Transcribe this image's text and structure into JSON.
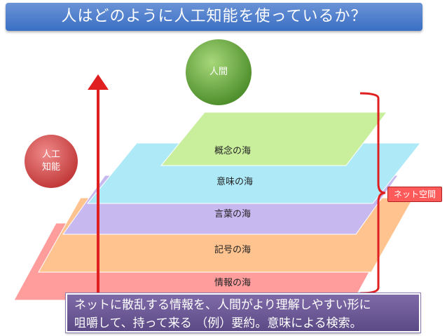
{
  "title": "人はどのように人工知能を使っているか？",
  "human": "人間",
  "ai": [
    "人工",
    "知能"
  ],
  "layers": [
    {
      "label": "概念の海",
      "color": "#c9ef9d"
    },
    {
      "label": "意味の海",
      "color": "#aee9f8"
    },
    {
      "label": "言葉の海",
      "color": "#c8b8f0"
    },
    {
      "label": "記号の海",
      "color": "#ffc38f"
    },
    {
      "label": "情報の海",
      "color": "#ff9d9d"
    }
  ],
  "net_space": "ネット空間",
  "caption": [
    "ネットに散乱する情報を、人間がより理解しやすい形に",
    "咀嚼して、持って来る （例）要約。意味による検索。"
  ]
}
